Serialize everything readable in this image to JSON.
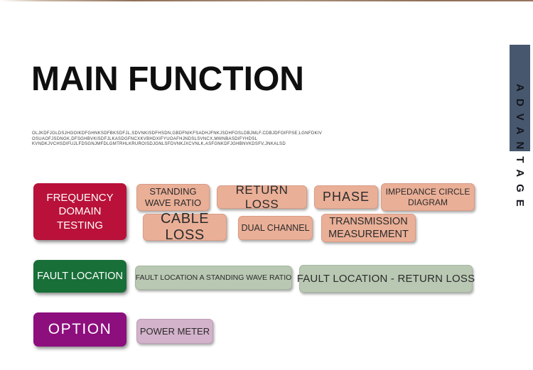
{
  "slide": {
    "title": "MAIN FUNCTION",
    "description": {
      "lines": [
        "OLJKDFJGLDSJHGOIKDFGHNKSDFBKSDFJL,SDVNKISDFHSDN,GBDFNIKFSADHJFNKJSDHFOSLDBJMLF.CDBJDFOIFPSE;LGNFDKIV",
        "OSUAOFJSDNGK,DFSGHBVKISDFJLKASDGFNCXKVBHDXIFYUOAFHJNDSLSVNCX,MWNBASDIFYHDSL",
        "KVNDKJVCHSDIFUJLFDSGNJMFDLGMTRHLKRUROISDJGNLSFDVNKJXCVNLK,ASFGNKDFJGHBNVKDSFV,JNKALSD"
      ]
    },
    "side_tab": {
      "label": "ADVANTAGE"
    },
    "sections": [
      {
        "header": "FREQUENCY DOMAIN TESTING",
        "items": [
          "STANDING WAVE RATIO",
          "RETURN LOSS",
          "PHASE",
          "IMPEDANCE CIRCLE DIAGRAM",
          "CABLE LOSS",
          "DUAL CHANNEL",
          "TRANSMISSION MEASUREMENT"
        ]
      },
      {
        "header": "FAULT LOCATION",
        "items": [
          "FAULT LOCATION A STANDING WAVE RATIO",
          "FAULT LOCATION - RETURN LOSS"
        ]
      },
      {
        "header": "OPTION",
        "items": [
          "POWER METER"
        ]
      }
    ],
    "colors": {
      "header_red": "#b91139",
      "header_green": "#186f38",
      "header_purple": "#8d0e7d",
      "item_salmon": "#eaaf97",
      "item_sage": "#b9c8b3",
      "item_mauve": "#d3b2cb",
      "side_tab_navy": "#47586e",
      "top_line_brown": "#8f7059",
      "title_text": "#0f0f0f",
      "header_text": "#ffffff",
      "item_text": "#2b2b2b"
    }
  }
}
